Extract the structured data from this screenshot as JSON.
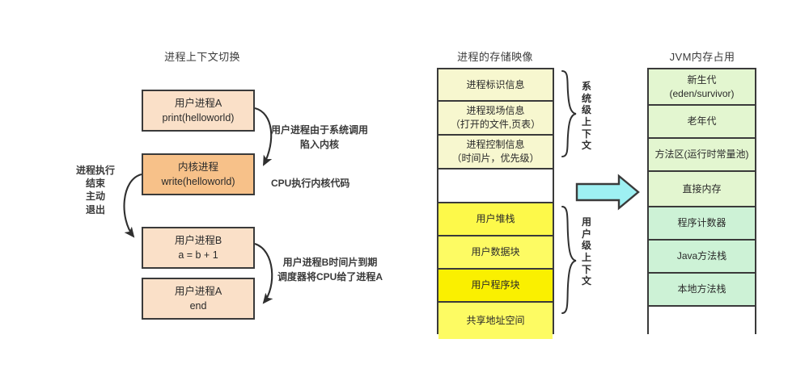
{
  "columns": {
    "left_title": "进程上下文切换",
    "middle_title": "进程的存储映像",
    "right_title": "JVM内存占用"
  },
  "flow": {
    "boxes": [
      {
        "line1": "用户进程A",
        "line2": "print(helloworld)",
        "color": "#fae0c8"
      },
      {
        "line1": "内核进程",
        "line2": "write(helloworld)",
        "color": "#f7c189"
      },
      {
        "line1": "用户进程B",
        "line2": "a = b + 1",
        "color": "#fae0c8"
      },
      {
        "line1": "用户进程A",
        "line2": "end",
        "color": "#fae0c8"
      }
    ],
    "notes": {
      "syscall": "用户进程由于系统调用\n陷入内核",
      "cpu_kernel": "CPU执行内核代码",
      "timeslice": "用户进程B时间片到期\n调度器将CPU给了进程A",
      "exit": "进程执行\n结束\n主动\n退出"
    }
  },
  "process_image": {
    "cells": [
      {
        "label": "进程标识信息",
        "sub": "",
        "color": "#f7f7cf"
      },
      {
        "label": "进程现场信息",
        "sub": "（打开的文件,页表）",
        "color": "#f7f7cf"
      },
      {
        "label": "进程控制信息",
        "sub": "（时间片，优先级）",
        "color": "#f7f7cf"
      },
      {
        "label": "",
        "sub": "",
        "color": "#ffffff"
      },
      {
        "label": "用户堆栈",
        "sub": "",
        "color": "#fdf94a"
      },
      {
        "label": "用户数据块",
        "sub": "",
        "color": "#fdfb63"
      },
      {
        "label": "用户程序块",
        "sub": "",
        "color": "#faf000"
      },
      {
        "label": "共享地址空间",
        "sub": "",
        "color": "#fdfb63"
      }
    ],
    "braces": [
      {
        "text": "系统级上下文"
      },
      {
        "text": "用户级上下文"
      }
    ]
  },
  "jvm_memory": {
    "cells": [
      {
        "label": "新生代",
        "sub": "(eden/survivor)",
        "color": "#e3f6d0"
      },
      {
        "label": "老年代",
        "sub": "",
        "color": "#e3f6d0"
      },
      {
        "label": "方法区(运行时常量池)",
        "sub": "",
        "color": "#e3f6d0"
      },
      {
        "label": "直接内存",
        "sub": "",
        "color": "#e3f6d0"
      },
      {
        "label": "程序计数器",
        "sub": "",
        "color": "#cdf2d6"
      },
      {
        "label": "Java方法栈",
        "sub": "",
        "color": "#cdf2d6"
      },
      {
        "label": "本地方法栈",
        "sub": "",
        "color": "#cdf2d6"
      },
      {
        "label": "",
        "sub": "",
        "color": "#ffffff"
      }
    ]
  },
  "arrow": {
    "name": "maps-to-arrow",
    "fill": "#9ef0f2",
    "stroke": "#3a3a3a"
  },
  "colors": {
    "outline": "#3a3a3a",
    "text": "#2a2a2a",
    "title": "#3b3b3b"
  }
}
